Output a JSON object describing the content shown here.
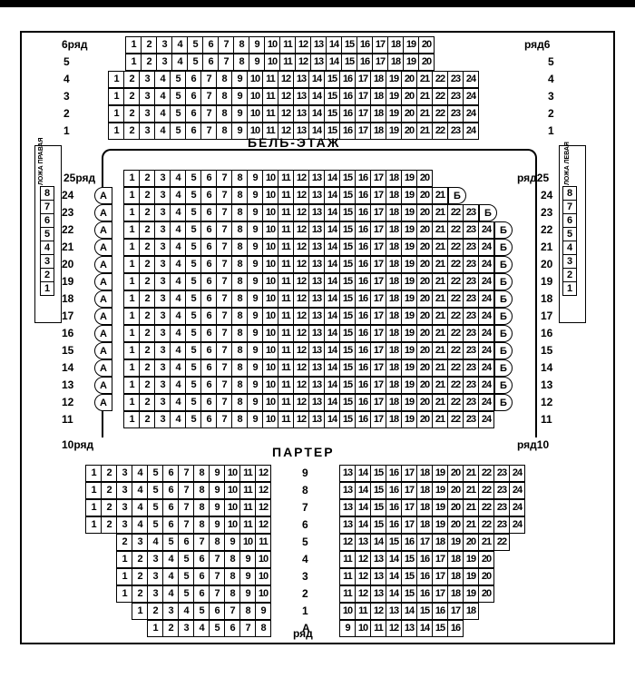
{
  "labels": {
    "belle_etage": "БЕЛЬ-ЭТАЖ",
    "parter": "ПАРТЕР",
    "row_word": "ряд",
    "logia_right": "ЛОЖА ПРАВАЯ",
    "logia_left": "ЛОЖА ЛЕВАЯ",
    "bottom_row_letter": "А"
  },
  "belle_etage": {
    "rows": [
      {
        "left": "6ряд",
        "right": "ряд6",
        "seats": 20
      },
      {
        "left": "5",
        "right": "5",
        "seats": 20
      },
      {
        "left": "4",
        "right": "4",
        "seats": 24
      },
      {
        "left": "3",
        "right": "3",
        "seats": 24
      },
      {
        "left": "2",
        "right": "2",
        "seats": 24
      },
      {
        "left": "1",
        "right": "1",
        "seats": 24
      }
    ]
  },
  "parter_upper": {
    "rows": [
      {
        "left": "25ряд",
        "right": "ряд25",
        "seats": 20,
        "side_a": false,
        "side_b": false
      },
      {
        "left": "24",
        "right": "24",
        "seats": 21,
        "side_a": true,
        "side_b": true
      },
      {
        "left": "23",
        "right": "23",
        "seats": 23,
        "side_a": true,
        "side_b": true
      },
      {
        "left": "22",
        "right": "22",
        "seats": 24,
        "side_a": true,
        "side_b": true
      },
      {
        "left": "21",
        "right": "21",
        "seats": 24,
        "side_a": true,
        "side_b": true
      },
      {
        "left": "20",
        "right": "20",
        "seats": 24,
        "side_a": true,
        "side_b": true
      },
      {
        "left": "19",
        "right": "19",
        "seats": 24,
        "side_a": true,
        "side_b": true
      },
      {
        "left": "18",
        "right": "18",
        "seats": 24,
        "side_a": true,
        "side_b": true
      },
      {
        "left": "17",
        "right": "17",
        "seats": 24,
        "side_a": true,
        "side_b": true
      },
      {
        "left": "16",
        "right": "16",
        "seats": 24,
        "side_a": true,
        "side_b": true
      },
      {
        "left": "15",
        "right": "15",
        "seats": 24,
        "side_a": true,
        "side_b": true
      },
      {
        "left": "14",
        "right": "14",
        "seats": 24,
        "side_a": true,
        "side_b": true
      },
      {
        "left": "13",
        "right": "13",
        "seats": 24,
        "side_a": true,
        "side_b": true
      },
      {
        "left": "12",
        "right": "12",
        "seats": 24,
        "side_a": true,
        "side_b": true
      },
      {
        "left": "11",
        "right": "11",
        "seats": 24,
        "side_a": false,
        "side_b": false
      }
    ],
    "row10_left": "10ряд",
    "row10_right": "ряд10",
    "side_a_label": "А",
    "side_b_label": "Б"
  },
  "loges": {
    "left_boxes": [
      "8",
      "7",
      "6",
      "5",
      "4",
      "3",
      "2",
      "1"
    ],
    "right_boxes": [
      "8",
      "7",
      "6",
      "5",
      "4",
      "3",
      "2",
      "1"
    ]
  },
  "parter_lower": {
    "rows": [
      {
        "label": "9",
        "left": [
          "1",
          "2",
          "3",
          "4",
          "5",
          "6",
          "7",
          "8",
          "9",
          "10",
          "11",
          "12"
        ],
        "right": [
          "13",
          "14",
          "15",
          "16",
          "17",
          "18",
          "19",
          "20",
          "21",
          "22",
          "23",
          "24"
        ]
      },
      {
        "label": "8",
        "left": [
          "1",
          "2",
          "3",
          "4",
          "5",
          "6",
          "7",
          "8",
          "9",
          "10",
          "11",
          "12"
        ],
        "right": [
          "13",
          "14",
          "15",
          "16",
          "17",
          "18",
          "19",
          "20",
          "21",
          "22",
          "23",
          "24"
        ]
      },
      {
        "label": "7",
        "left": [
          "1",
          "2",
          "3",
          "4",
          "5",
          "6",
          "7",
          "8",
          "9",
          "10",
          "11",
          "12"
        ],
        "right": [
          "13",
          "14",
          "15",
          "16",
          "17",
          "18",
          "19",
          "20",
          "21",
          "22",
          "23",
          "24"
        ]
      },
      {
        "label": "6",
        "left": [
          "1",
          "2",
          "3",
          "4",
          "5",
          "6",
          "7",
          "8",
          "9",
          "10",
          "11",
          "12"
        ],
        "right": [
          "13",
          "14",
          "15",
          "16",
          "17",
          "18",
          "19",
          "20",
          "21",
          "22",
          "23",
          "24"
        ]
      },
      {
        "label": "5",
        "left": [
          "2",
          "3",
          "4",
          "5",
          "6",
          "7",
          "8",
          "9",
          "10",
          "11"
        ],
        "right": [
          "12",
          "13",
          "14",
          "15",
          "16",
          "17",
          "18",
          "19",
          "20",
          "21",
          "22"
        ]
      },
      {
        "label": "4",
        "left": [
          "1",
          "2",
          "3",
          "4",
          "5",
          "6",
          "7",
          "8",
          "9",
          "10"
        ],
        "right": [
          "11",
          "12",
          "13",
          "14",
          "15",
          "16",
          "17",
          "18",
          "19",
          "20"
        ]
      },
      {
        "label": "3",
        "left": [
          "1",
          "2",
          "3",
          "4",
          "5",
          "6",
          "7",
          "8",
          "9",
          "10"
        ],
        "right": [
          "11",
          "12",
          "13",
          "14",
          "15",
          "16",
          "17",
          "18",
          "19",
          "20"
        ]
      },
      {
        "label": "2",
        "left": [
          "1",
          "2",
          "3",
          "4",
          "5",
          "6",
          "7",
          "8",
          "9",
          "10"
        ],
        "right": [
          "11",
          "12",
          "13",
          "14",
          "15",
          "16",
          "17",
          "18",
          "19",
          "20"
        ]
      },
      {
        "label": "1",
        "left": [
          "1",
          "2",
          "3",
          "4",
          "5",
          "6",
          "7",
          "8",
          "9"
        ],
        "right": [
          "10",
          "11",
          "12",
          "13",
          "14",
          "15",
          "16",
          "17",
          "18"
        ]
      },
      {
        "label": "А",
        "left": [
          "1",
          "2",
          "3",
          "4",
          "5",
          "6",
          "7",
          "8"
        ],
        "right": [
          "9",
          "10",
          "11",
          "12",
          "13",
          "14",
          "15",
          "16"
        ]
      }
    ]
  }
}
